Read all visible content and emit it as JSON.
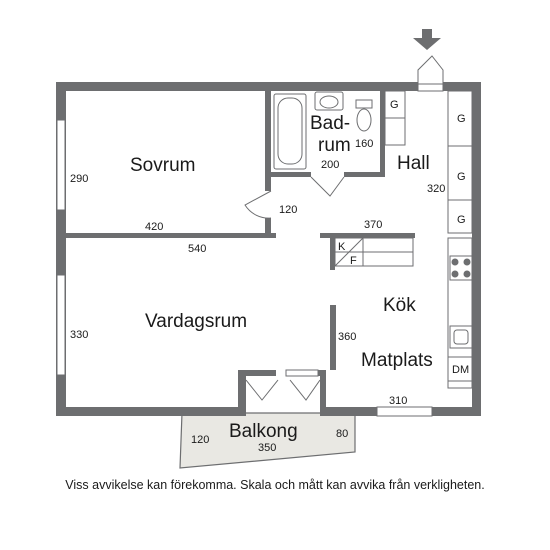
{
  "rooms": {
    "sovrum": "Sovrum",
    "bad_line1": "Bad-",
    "bad_line2": "rum",
    "hall": "Hall",
    "vardagsrum": "Vardagsrum",
    "kok": "Kök",
    "matplats": "Matplats",
    "balkong": "Balkong"
  },
  "dimensions": {
    "sovrum_height": "290",
    "sovrum_width": "420",
    "bad_width": "200",
    "bad_height": "160",
    "hall_depth": "320",
    "hall_passage": "120",
    "hall_width": "370",
    "vardagsrum_width": "540",
    "vardagsrum_height": "330",
    "kok_height": "360",
    "kok_width": "310",
    "balkong_left": "120",
    "balkong_width": "350",
    "balkong_right": "80"
  },
  "appliances": {
    "wardrobe": "G",
    "fridge": "K",
    "freezer": "F",
    "dishwasher": "DM"
  },
  "footer": {
    "disclaimer": "Viss avvikelse kan förekomma. Skala och mått kan avvika från verkligheten."
  },
  "colors": {
    "wall": "#6d6e70",
    "balcony_fill": "#e9e8e3",
    "line": "#6d6e70"
  }
}
